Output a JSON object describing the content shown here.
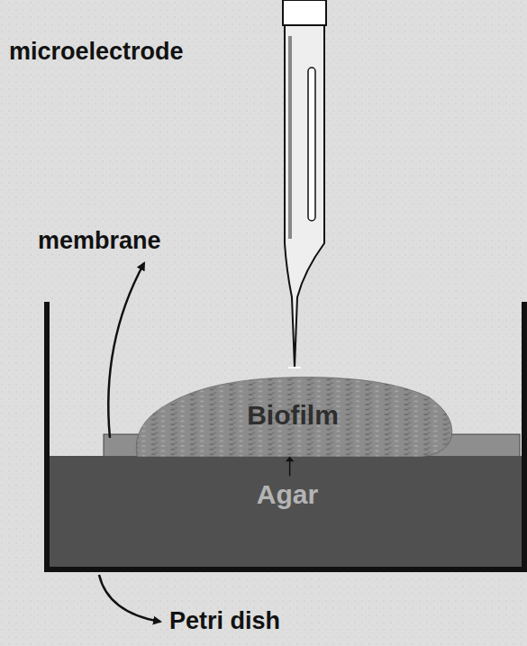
{
  "diagram": {
    "nodes": [
      {
        "text": [
          "Biofilm"
        ]
      },
      {
        "text": [
          "Agar"
        ]
      }
    ],
    "labels": [
      "microelectrode",
      "membrane",
      "Petri dish"
    ]
  }
}
